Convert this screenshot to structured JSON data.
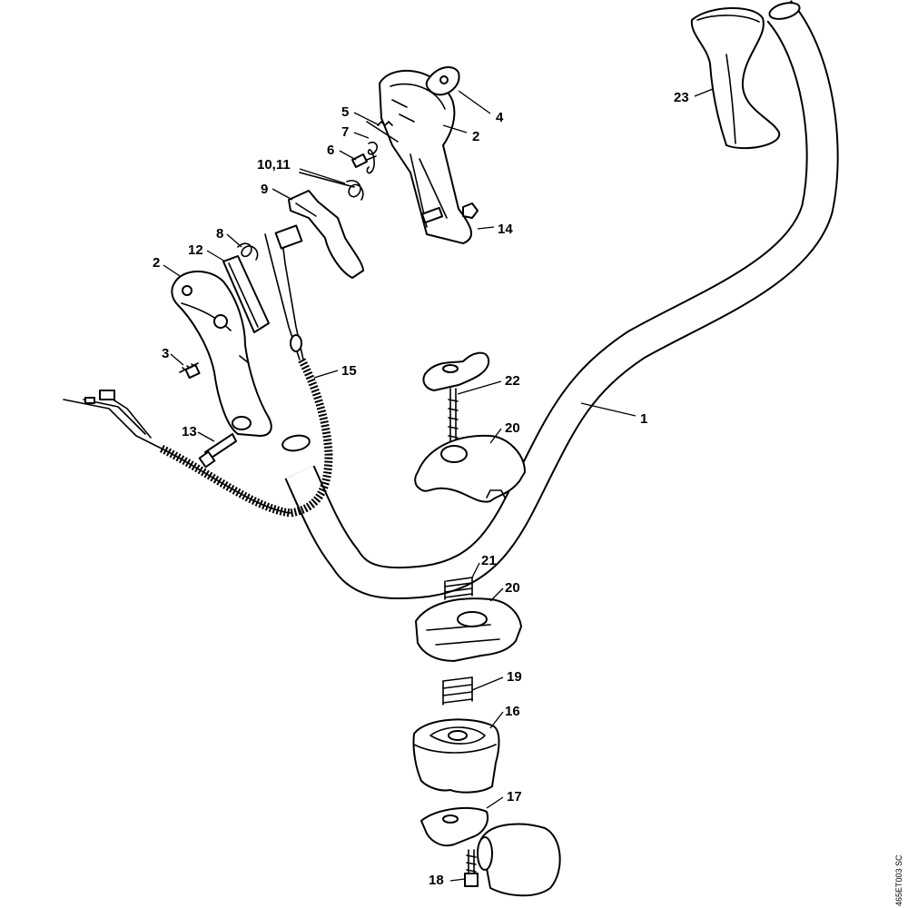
{
  "figure_code": "465ET003 SC",
  "callouts": [
    {
      "id": "c1",
      "text": "1"
    },
    {
      "id": "c2a",
      "text": "2"
    },
    {
      "id": "c2b",
      "text": "2"
    },
    {
      "id": "c3",
      "text": "3"
    },
    {
      "id": "c4",
      "text": "4"
    },
    {
      "id": "c5",
      "text": "5"
    },
    {
      "id": "c6",
      "text": "6"
    },
    {
      "id": "c7",
      "text": "7"
    },
    {
      "id": "c8",
      "text": "8"
    },
    {
      "id": "c9",
      "text": "9"
    },
    {
      "id": "c1011",
      "text": "10,11"
    },
    {
      "id": "c12",
      "text": "12"
    },
    {
      "id": "c13",
      "text": "13"
    },
    {
      "id": "c14",
      "text": "14"
    },
    {
      "id": "c15",
      "text": "15"
    },
    {
      "id": "c16",
      "text": "16"
    },
    {
      "id": "c17",
      "text": "17"
    },
    {
      "id": "c18",
      "text": "18"
    },
    {
      "id": "c19",
      "text": "19"
    },
    {
      "id": "c20a",
      "text": "20"
    },
    {
      "id": "c20b",
      "text": "20"
    },
    {
      "id": "c21",
      "text": "21"
    },
    {
      "id": "c22",
      "text": "22"
    },
    {
      "id": "c23",
      "text": "23"
    }
  ]
}
